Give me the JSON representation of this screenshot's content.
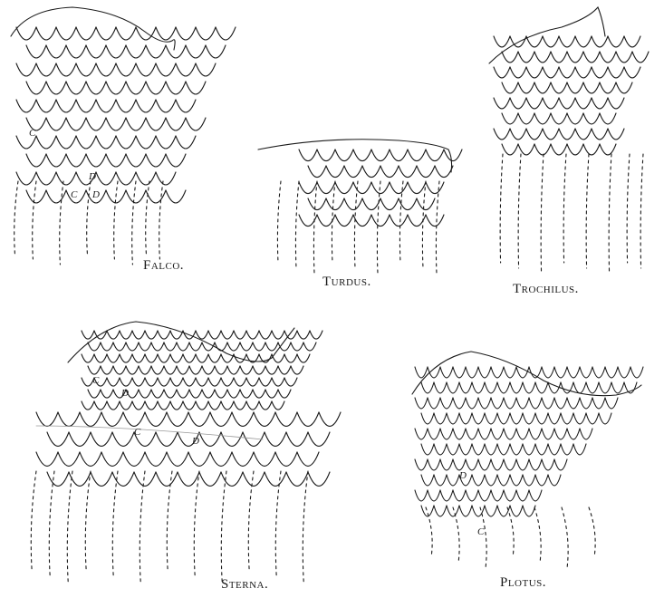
{
  "figures": [
    {
      "id": "falco",
      "caption": "Falco.",
      "feather_labels": [
        "C",
        "D",
        "C",
        "D"
      ]
    },
    {
      "id": "turdus",
      "caption": "Turdus."
    },
    {
      "id": "trochilus",
      "caption": "Trochilus."
    },
    {
      "id": "sterna",
      "caption": "Sterna.",
      "feather_labels": [
        "C",
        "D",
        "C",
        "D"
      ]
    },
    {
      "id": "plotus",
      "caption": "Plotus.",
      "feather_labels": [
        "D",
        "C"
      ]
    }
  ]
}
